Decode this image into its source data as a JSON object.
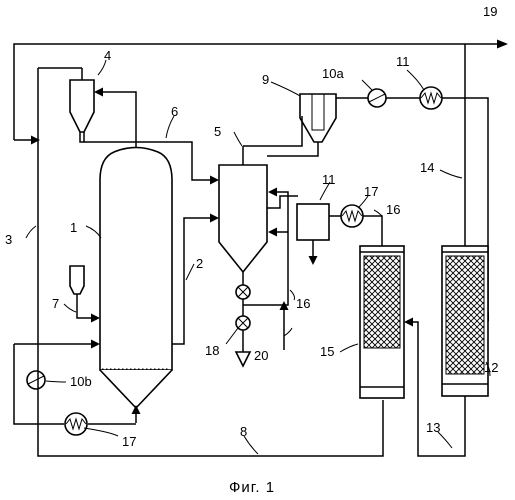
{
  "figure": {
    "caption": "Фиг. 1",
    "labels": {
      "l1": "1",
      "l2": "2",
      "l3": "3",
      "l4": "4",
      "l5": "5",
      "l6": "6",
      "l7": "7",
      "l8": "8",
      "l9": "9",
      "l10a": "10a",
      "l10b": "10b",
      "l11a": "11",
      "l11b": "11",
      "l12": "12",
      "l13": "13",
      "l14": "14",
      "l15": "15",
      "l16a": "16",
      "l16b": "16",
      "l17a": "17",
      "l17b": "17",
      "l18": "18",
      "l19": "19",
      "l20": "20"
    }
  }
}
